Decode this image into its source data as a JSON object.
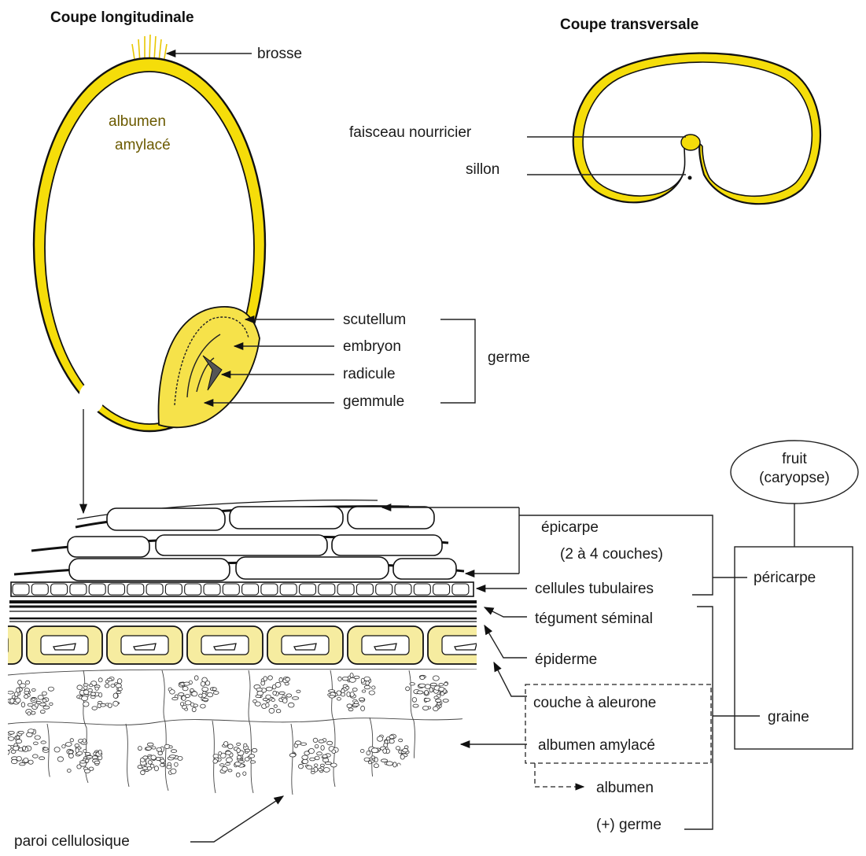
{
  "titles": {
    "longitudinal": "Coupe longitudinale",
    "transversal": "Coupe transversale"
  },
  "grain_labels": {
    "brosse": "brosse",
    "albumen_line1": "albumen",
    "albumen_line2": "amylacé",
    "scutellum": "scutellum",
    "embryon": "embryon",
    "radicule": "radicule",
    "gemmule": "gemmule",
    "germe": "germe"
  },
  "cross_section_labels": {
    "faisceau": "faisceau nourricier",
    "sillon": "sillon"
  },
  "tissue_labels": {
    "epicarpe": "épicarpe",
    "epicarpe_note": "(2 à 4 couches)",
    "cellules_tubulaires": "cellules tubulaires",
    "tegument": "tégument séminal",
    "epiderme": "épiderme",
    "aleurone": "couche à aleurone",
    "albumen_amylace": "albumen amylacé",
    "albumen": "albumen",
    "plus_germe": "(+) germe",
    "paroi": "paroi cellulosique"
  },
  "hierarchy": {
    "fruit_line1": "fruit",
    "fruit_line2": "(caryopse)",
    "pericarpe": "péricarpe",
    "graine": "graine"
  },
  "colors": {
    "yellow": "#f5dd0a",
    "pale_yellow": "#f6eca0",
    "ink": "#111111"
  }
}
